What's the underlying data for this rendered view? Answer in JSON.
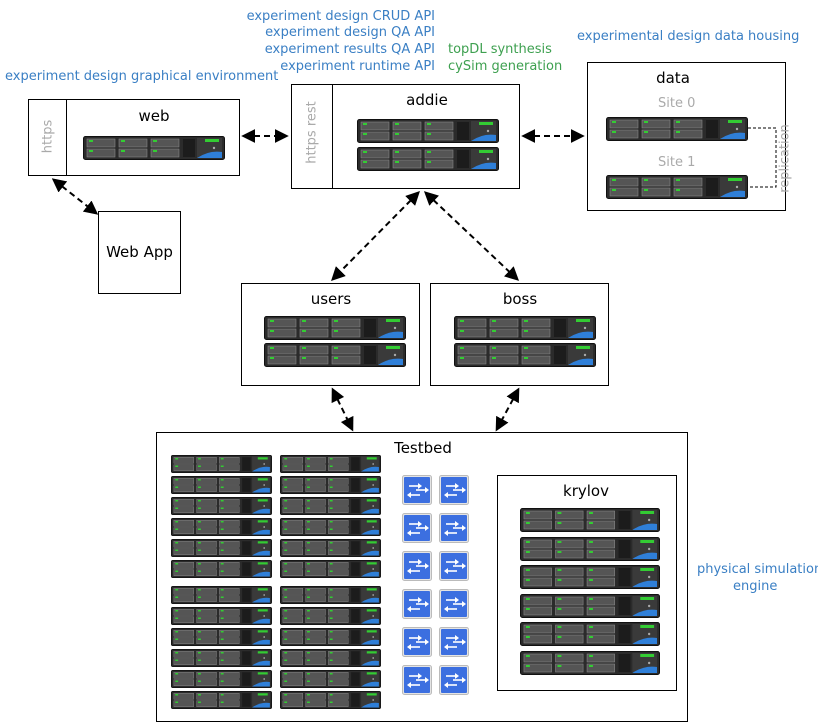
{
  "annotations": {
    "web_env": "experiment design graphical environment",
    "api_lines": [
      "experiment design CRUD API",
      "experiment design QA API",
      "experiment results QA API",
      "experiment runtime API"
    ],
    "synthesis_lines": [
      "topDL synthesis",
      "cySim generation"
    ],
    "data_housing": "experimental design data housing",
    "physical_sim": [
      "physical simulation",
      "engine"
    ]
  },
  "nodes": {
    "web": {
      "title": "web",
      "protocol": "https"
    },
    "addie": {
      "title": "addie",
      "protocol": "https rest"
    },
    "data": {
      "title": "data",
      "site0": "Site 0",
      "site1": "Site 1",
      "replication": "replication"
    },
    "webapp": {
      "title": "Web App"
    },
    "users": {
      "title": "users"
    },
    "boss": {
      "title": "boss"
    },
    "testbed": {
      "title": "Testbed"
    },
    "krylov": {
      "title": "krylov"
    }
  },
  "colors": {
    "annotation_blue": "#3a7fc4",
    "annotation_green": "#3ea050",
    "server_body": "#2b2b2b",
    "server_led": "#33cc33",
    "server_swoosh": "#2f7fd8",
    "switch_blue": "#3c6fe0"
  },
  "icons": {
    "server": "rack-server-icon",
    "switch": "network-switch-icon"
  }
}
